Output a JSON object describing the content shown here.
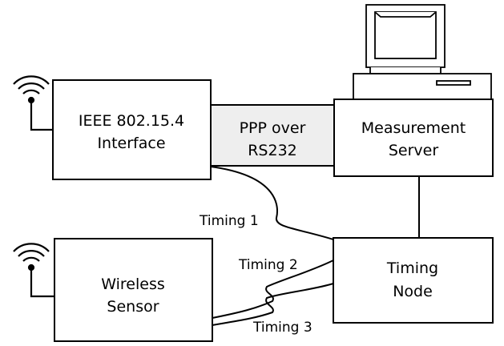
{
  "nodes": {
    "ieee": {
      "line1": "IEEE 802.15.4",
      "line2": "Interface"
    },
    "server": {
      "line1": "Measurement",
      "line2": "Server"
    },
    "sensor": {
      "line1": "Wireless",
      "line2": "Sensor"
    },
    "timing": {
      "line1": "Timing",
      "line2": "Node"
    }
  },
  "links": {
    "ppp": {
      "line1": "PPP over",
      "line2": "RS232"
    },
    "timing1": "Timing 1",
    "timing2": "Timing 2",
    "timing3": "Timing 3"
  },
  "icons": [
    "antenna-icon",
    "antenna-icon",
    "computer-icon"
  ],
  "colors": {
    "stroke": "#000000",
    "ppp_fill": "#eeeeee"
  }
}
